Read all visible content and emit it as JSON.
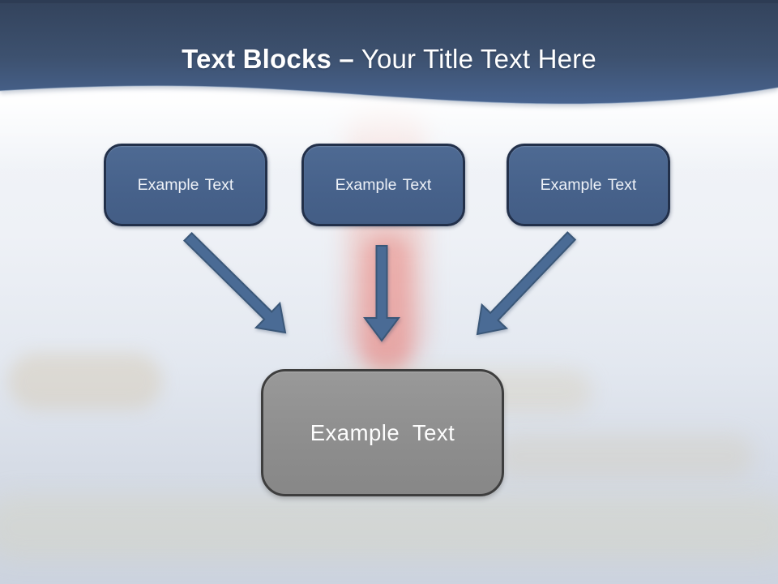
{
  "title": {
    "emphasis": "Text Blocks –",
    "rest": " Your Title Text Here"
  },
  "blocks": [
    {
      "label": "Example Text"
    },
    {
      "label": "Example Text"
    },
    {
      "label": "Example Text"
    }
  ],
  "result_block": {
    "label": "Example Text"
  },
  "icons": {
    "arrow_1": "arrow-down-right",
    "arrow_2": "arrow-down",
    "arrow_3": "arrow-down-left"
  },
  "colors": {
    "header_gradient_top": "#35465f",
    "header_gradient_bottom": "#486490",
    "header_top_strip": "#2b3950",
    "title_text": "#ffffff",
    "block_fill": "#47628b",
    "block_border": "#22304a",
    "block_text": "#edf1f7",
    "arrow_fill": "#4a6b95",
    "arrow_border": "#3a5778",
    "result_fill": "#8e8e8e",
    "result_border": "#3e3e3e",
    "result_text": "#fdfdfd",
    "background_top": "#f4f7fb",
    "background_bottom": "#ccd3df",
    "figure_smear": "#ee9a92"
  }
}
